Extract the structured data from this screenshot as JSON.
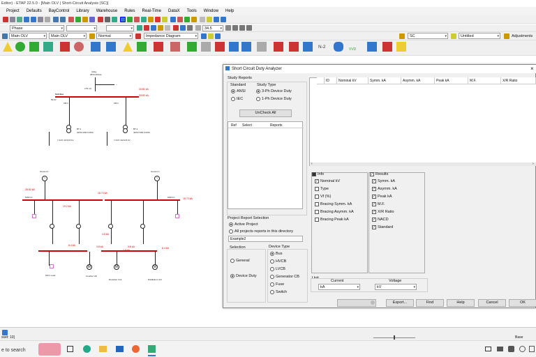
{
  "window": {
    "title": "Editor) - ETAP 22.5.0 - [Main OLV | Short-Circuit Analysis (SC)]"
  },
  "menu": {
    "items": [
      "Project",
      "Defaults",
      "BayControl",
      "Library",
      "Warehouse",
      "Rules",
      "Real-Time",
      "DataX",
      "Tools",
      "Window",
      "Help"
    ]
  },
  "toolbar": {
    "phase": "Phase",
    "view_left": "Main OLV",
    "view_right": "Main OLV",
    "mode": "Normal",
    "impedance": "Impedance Diagram",
    "zoom": "34.5",
    "study_combo": "SC",
    "untitled": "Untitled",
    "adjustments": "Adjustments",
    "n2": "N-2",
    "vvd": "VVD"
  },
  "diagram": {
    "utility_label": "Utility",
    "utility_rating": "2870 MVAsc",
    "bus_top": "Sub Bus",
    "cb_left": "CB-1",
    "cb_right": "CB-2",
    "t1": "BT-1",
    "t2": "BT-2",
    "gen_a": "Genset A",
    "gen_b": "Genset C",
    "main_a": "MAIN-A",
    "main_c": "MAIN-C",
    "mcc": "MCC Load",
    "crusher": "Crusher CB",
    "decanter": "Decanter Unit",
    "distill": "Distillation Unit",
    "red_labels": [
      "33.81 kA",
      "33.82 kA",
      "28.82 kA",
      "18.73 kA",
      "18.73 kA",
      "19.2 kA",
      "8.4 kA",
      "8.4 kA",
      "3.8 kA",
      "3.8 kA",
      "4.8 kA",
      "1.8 kA"
    ]
  },
  "dialog": {
    "title": "Short Circuit Duty Analyzer",
    "study_reports": "Study Reports",
    "standard": "Standard",
    "ansi": "ANSI",
    "iec": "IEC",
    "study_type": "Study Type",
    "three_ph": "3-Ph Device Duty",
    "one_ph": "1-Ph Device Duty",
    "uncheck_all": "UnCheck All",
    "ref_cols": [
      "Ref",
      "Select",
      "Reports"
    ],
    "grid_cols": [
      "ID",
      "Nominal kV",
      "Symm. kA",
      "Asymm. kA",
      "Peak kA",
      "M.F.",
      "X/R Ratio"
    ],
    "info_label": "Info",
    "info_items": [
      {
        "label": "Nominal kV",
        "checked": true
      },
      {
        "label": "Type",
        "checked": false
      },
      {
        "label": "Vf (%)",
        "checked": false
      },
      {
        "label": "Bracing Symm. kA",
        "checked": false
      },
      {
        "label": "Bracing Asymm. kA",
        "checked": false
      },
      {
        "label": "Bracing Peak kA",
        "checked": false
      }
    ],
    "results_label": "Results",
    "results_items": [
      {
        "label": "Symm. kA",
        "checked": true
      },
      {
        "label": "Asymm. kA",
        "checked": true
      },
      {
        "label": "Peak kA",
        "checked": true
      },
      {
        "label": "M.F.",
        "checked": true
      },
      {
        "label": "X/R Ratio",
        "checked": true
      },
      {
        "label": "NACD",
        "checked": true
      },
      {
        "label": "Standard",
        "checked": true
      }
    ],
    "project_report": "Project Report Selection",
    "active_project": "Active Project",
    "all_projects": "All projects reports in this directory",
    "example": "Example2",
    "selection": "Selection",
    "general": "General",
    "device_duty": "Device Duty",
    "device_type": "Device Type",
    "device_types": [
      "Bus",
      "HVCB",
      "LVCB",
      "Generator CB",
      "Fuse",
      "Switch"
    ],
    "unit": "Unit",
    "current": "Current",
    "voltage": "Voltage",
    "current_val": "kA",
    "voltage_val": "kV",
    "buttons": [
      "Export...",
      "Find",
      "Help",
      "Cancel",
      "OK"
    ]
  },
  "status": {
    "left": "sset: 10]",
    "base": "Base"
  },
  "taskbar": {
    "search": "e to search"
  }
}
